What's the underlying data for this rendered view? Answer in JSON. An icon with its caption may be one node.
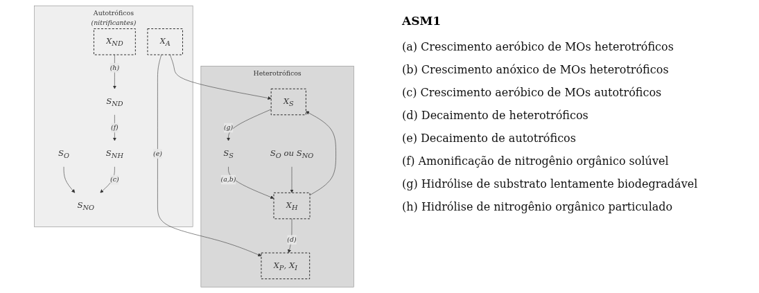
{
  "diagram": {
    "title": "ASM1",
    "nodes": [
      {
        "text": [
          "Autotróficos",
          "(nitrificantes)"
        ]
      },
      {
        "text": [
          "S$_{O}$"
        ],
        "in": 0
      },
      {
        "text": [
          "S$_{NH}$"
        ],
        "in": 0
      },
      {
        "text": [
          "S$_{ND}$"
        ],
        "in": 0
      },
      {
        "text": [
          "X$_{A}$"
        ],
        "in": 0
      },
      {
        "text": [
          "S$_{NO}$"
        ],
        "in": 0
      },
      {
        "text": [
          "X$_{ND}$"
        ],
        "in": 0
      },
      {
        "text": [
          "Heterotróficos"
        ]
      },
      {
        "text": [
          "X$_{S}$"
        ],
        "in": 7
      },
      {
        "text": [
          "X$_{P}$, X$_{I}$"
        ],
        "in": 7
      },
      {
        "text": [
          "S$_{S}$"
        ],
        "in": 7
      },
      {
        "text": [
          "X$_{H}$"
        ],
        "in": 7
      },
      {
        "text": [
          "S$_{O}$ ou S$_{NO}$"
        ],
        "in": 7
      }
    ],
    "edges": [
      {
        "from": 1,
        "to": 5,
        "arrow": "to"
      },
      {
        "from": 2,
        "to": 5,
        "label": "(c)",
        "arrow": "to"
      },
      {
        "from": 3,
        "to": 2,
        "label": "(f)",
        "arrow": "to"
      },
      {
        "from": 6,
        "to": 3,
        "label": "(h)",
        "arrow": "to"
      },
      {
        "from": 4,
        "to": 8,
        "arrow": "to"
      },
      {
        "from": 4,
        "to": 9,
        "label": "(e)",
        "arrow": "to"
      },
      {
        "from": 8,
        "to": 10,
        "label": "(g)",
        "arrow": "to"
      },
      {
        "from": 10,
        "to": 11,
        "label": "(a,b)",
        "arrow": "to"
      },
      {
        "from": 12,
        "to": 11,
        "arrow": "to"
      },
      {
        "from": 11,
        "to": 8,
        "arrow": "to"
      },
      {
        "from": 11,
        "to": 9,
        "label": "(d)",
        "arrow": "to"
      }
    ],
    "labels": [
      "(a) Crescimento aeróbico de MOs heterotróficos",
      "(b) Crescimento anóxico de MOs heterotróficos",
      "(c) Crescimento aeróbico de MOs autotróficos",
      "(d) Decaimento de heterotróficos",
      "(e) Decaimento de autotróficos",
      "(f) Amonificação de nitrogênio orgânico solúvel",
      "(g) Hidrólise de substrato lentamente biodegradável",
      "(h) Hidrólise de nitrogênio orgânico particulado"
    ]
  }
}
